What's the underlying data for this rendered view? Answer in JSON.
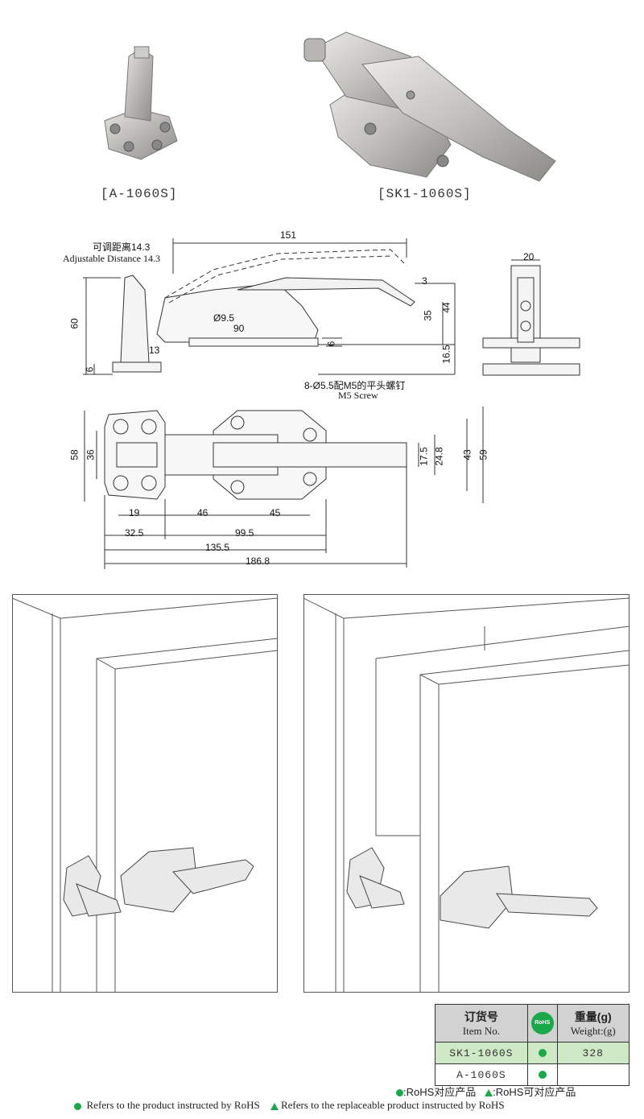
{
  "products": {
    "left_label": "[A-1060S]",
    "right_label": "[SK1-1060S]"
  },
  "side_view": {
    "adjustable_cn": "可调距离14.3",
    "adjustable_en": "Adjustable Distance 14.3",
    "dims": {
      "d151": "151",
      "d20": "20",
      "d3": "3",
      "d60": "60",
      "d44": "44",
      "d35": "35",
      "phi95": "Ø9.5",
      "d90": "90",
      "d13": "13",
      "d6a": "6",
      "d165": "16.5",
      "d6b": "6"
    }
  },
  "top_view": {
    "screw_cn": "8-Ø5.5配M5的平头螺钉",
    "screw_en": "M5 Screw",
    "dims": {
      "d58": "58",
      "d36": "36",
      "d175": "17.5",
      "d248": "24.8",
      "d43": "43",
      "d59": "59",
      "d19": "19",
      "d46": "46",
      "d45": "45",
      "d325": "32.5",
      "d995": "99.5",
      "d1355": "135.5",
      "d1868": "186.8"
    }
  },
  "spec_table": {
    "header": {
      "item_cn": "订货号",
      "item_en": "Item No.",
      "rohs_badge": "RoHS",
      "weight_cn": "重量(g)",
      "weight_en": "Weight:(g)"
    },
    "rows": [
      {
        "item": "SK1-1060S",
        "weight": "328"
      },
      {
        "item": "A-1060S",
        "weight": ""
      }
    ]
  },
  "legend": {
    "cn": ":RoHS对应产品   ▲:RoHS可对应产品",
    "cn_dot": ":RoHS对应产品",
    "cn_tri": ":RoHS可对应产品",
    "en_dot": "Refers to the product instructed by RoHS",
    "en_tri": "Refers to the replaceable product instructed by RoHS"
  },
  "colors": {
    "rohs_green": "#19a84a",
    "row_green": "#cfe8c5",
    "header_gray": "#d2d2d2",
    "metal": "#c8c6c2"
  }
}
